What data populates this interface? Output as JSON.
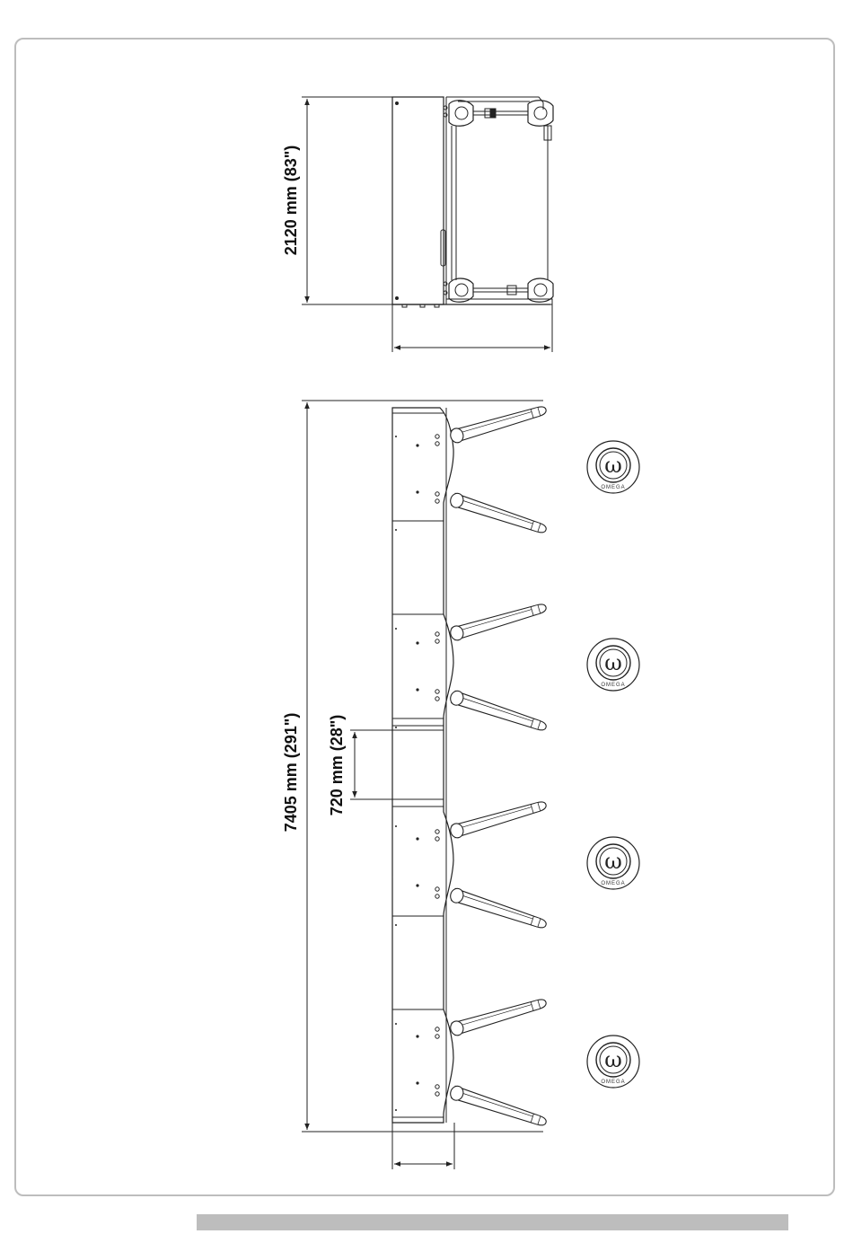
{
  "dimensions": {
    "height_label": "2120 mm (83\")",
    "length_label": "7405 mm (291\")",
    "module_label": "720 mm (28\")"
  },
  "logo": {
    "icon": "omega-icon",
    "text": "OMEGA",
    "count": 4
  },
  "colors": {
    "line": "#222222",
    "frame": "#bdbdbd",
    "footer_bar": "#bdbdbd"
  }
}
